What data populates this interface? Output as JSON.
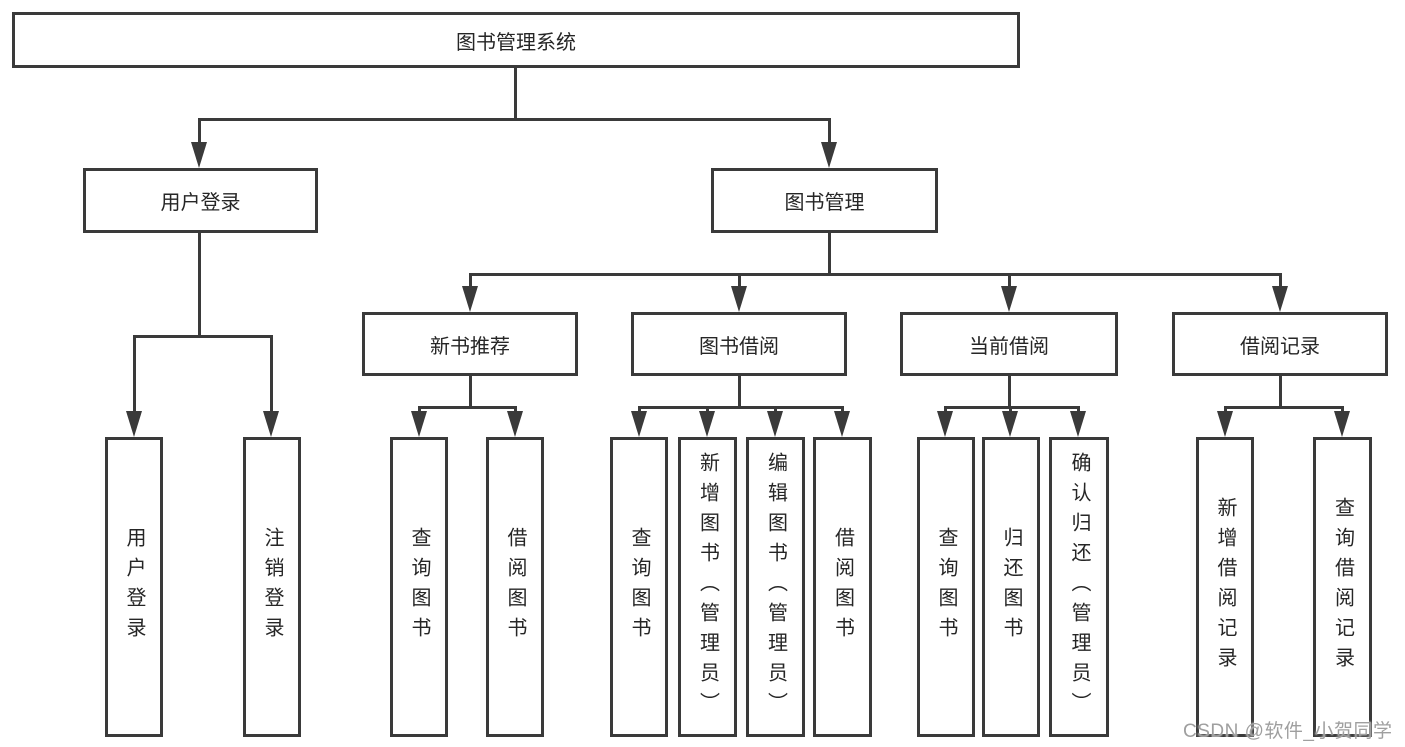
{
  "diagram": {
    "type": "tree",
    "title": "图书管理系统",
    "watermark": "CSDN @软件_小贺同学",
    "colors": {
      "line": "#3a3a3a",
      "box_background": "#ffffff",
      "text": "#262626",
      "watermark": "#9f9f9f"
    }
  },
  "nodes": {
    "root": "图书管理系统",
    "user_login": "用户登录",
    "book_mgmt": "图书管理",
    "new_book": "新书推荐",
    "book_borrow": "图书借阅",
    "current_borrow": "当前借阅",
    "borrow_record": "借阅记录",
    "leaf_user_login": "用户登录",
    "leaf_logout": "注销登录",
    "leaf_query_book_1": "查询图书",
    "leaf_borrow_book_1": "借阅图书",
    "leaf_query_book_2": "查询图书",
    "leaf_add_book": "新增图书（管理员）",
    "leaf_edit_book": "编辑图书（管理员）",
    "leaf_borrow_book_2": "借阅图书",
    "leaf_query_book_3": "查询图书",
    "leaf_return_book": "归还图书",
    "leaf_confirm_return": "确认归还（管理员）",
    "leaf_add_record": "新增借阅记录",
    "leaf_query_record": "查询借阅记录"
  },
  "hierarchy": {
    "图书管理系统": {
      "用户登录": [
        "用户登录",
        "注销登录"
      ],
      "图书管理": {
        "新书推荐": [
          "查询图书",
          "借阅图书"
        ],
        "图书借阅": [
          "查询图书",
          "新增图书（管理员）",
          "编辑图书（管理员）",
          "借阅图书"
        ],
        "当前借阅": [
          "查询图书",
          "归还图书",
          "确认归还（管理员）"
        ],
        "借阅记录": [
          "新增借阅记录",
          "查询借阅记录"
        ]
      }
    }
  }
}
